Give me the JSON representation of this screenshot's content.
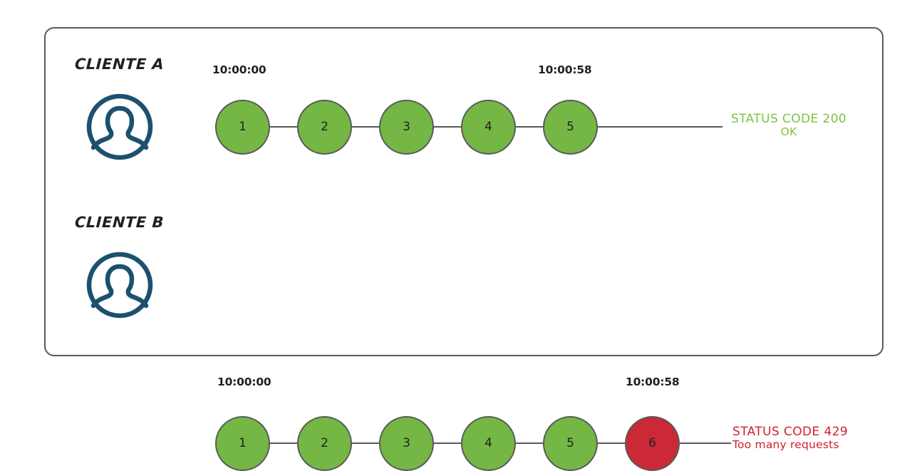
{
  "diagram": {
    "title": "API rate limiting comparison between two clients",
    "frame": {
      "border_color": "#58595b"
    },
    "colors": {
      "node_ok": "#75b744",
      "node_denied": "#cc2936",
      "node_border": "#58595b",
      "avatar": "#1d5070",
      "status_ok_text": "#7dc242",
      "status_error_text": "#d0202f",
      "label_text": "#231f20"
    },
    "rows": [
      {
        "id": "client-a",
        "client_label": "CLIENTE A",
        "avatar_icon": "user-avatar-icon",
        "timestamp_start": "10:00:00",
        "timestamp_end": "10:00:58",
        "nodes": [
          {
            "number": "1",
            "state": "ok"
          },
          {
            "number": "2",
            "state": "ok"
          },
          {
            "number": "3",
            "state": "ok"
          },
          {
            "number": "4",
            "state": "ok"
          },
          {
            "number": "5",
            "state": "ok"
          }
        ],
        "status_line_1": "STATUS CODE 200",
        "status_line_2": "OK"
      },
      {
        "id": "client-b",
        "client_label": "CLIENTE B",
        "avatar_icon": "user-avatar-icon",
        "timestamp_start": "10:00:00",
        "timestamp_end": "10:00:58",
        "nodes": [
          {
            "number": "1",
            "state": "ok"
          },
          {
            "number": "2",
            "state": "ok"
          },
          {
            "number": "3",
            "state": "ok"
          },
          {
            "number": "4",
            "state": "ok"
          },
          {
            "number": "5",
            "state": "ok"
          },
          {
            "number": "6",
            "state": "denied"
          }
        ],
        "status_line_1": "STATUS CODE 429",
        "status_line_2": "Too many requests"
      }
    ]
  }
}
